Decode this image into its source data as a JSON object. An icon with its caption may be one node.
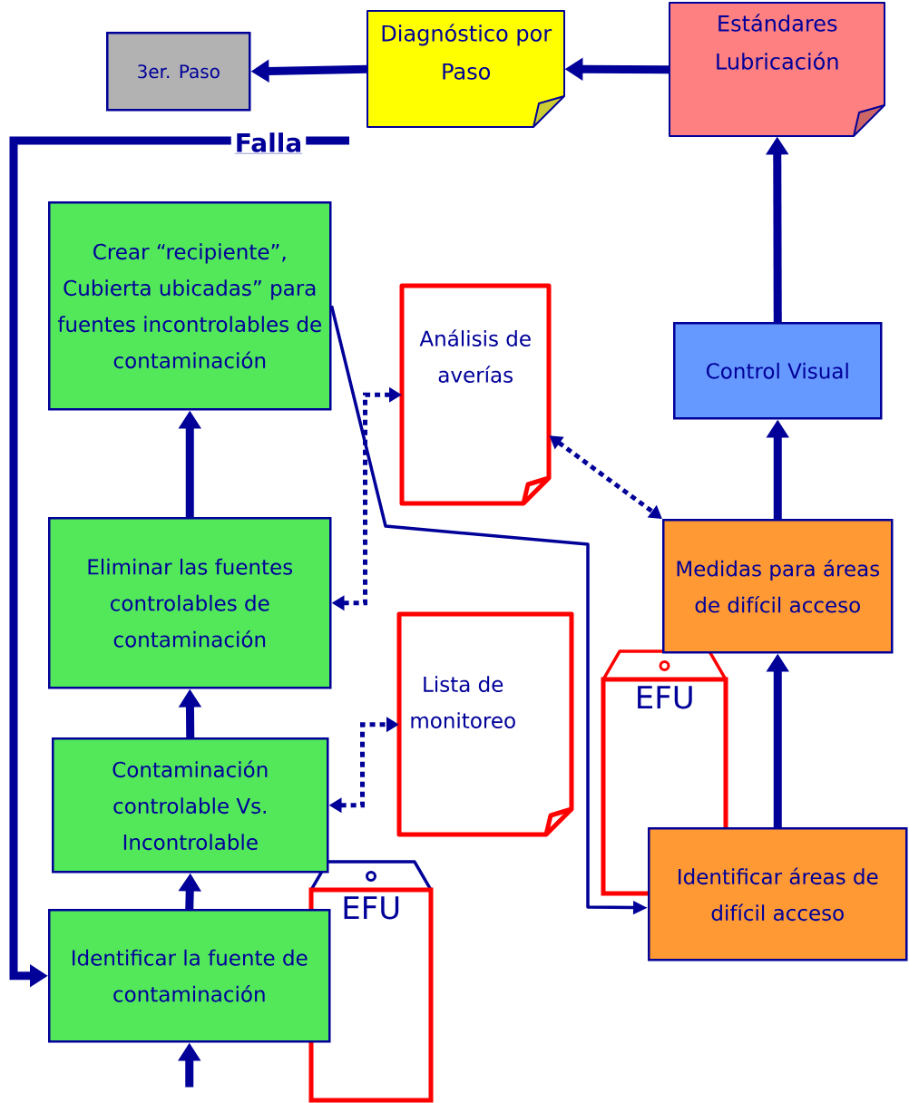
{
  "diagram": {
    "nodes": [
      {
        "text": [
          "Diagnóstico por Paso"
        ]
      },
      {
        "text": [
          "3er. Paso"
        ]
      },
      {
        "text": [
          "Estándares Lubricación"
        ]
      },
      {
        "text": [
          "Crear “recipiente”, Cubierta ubicadas” para fuentes incontrolables de contaminación"
        ]
      },
      {
        "text": [
          "Análisis de averías"
        ]
      },
      {
        "text": [
          "Control Visual"
        ]
      },
      {
        "text": [
          "Eliminar las fuentes controlables de contaminación"
        ]
      },
      {
        "text": [
          "Medidas para áreas de difícil acceso"
        ]
      },
      {
        "text": [
          "Lista de monitoreo"
        ]
      },
      {
        "text": [
          "EFU"
        ]
      },
      {
        "text": [
          "Contaminación controlable Vs. Incontrolable"
        ]
      },
      {
        "text": [
          "EFU"
        ]
      },
      {
        "text": [
          "Identificar áreas de difícil acceso"
        ]
      },
      {
        "text": [
          "Identificar la fuente de contaminación"
        ]
      }
    ],
    "edges": [
      {
        "from": 2,
        "to": 0,
        "arrow": "to"
      },
      {
        "from": 0,
        "to": 1,
        "arrow": "to"
      },
      {
        "from": 5,
        "to": 2,
        "arrow": "to"
      },
      {
        "from": 7,
        "to": 5,
        "arrow": "to"
      },
      {
        "from": 12,
        "to": 7,
        "arrow": "to"
      },
      {
        "from": null,
        "to": 13,
        "arrow": "to",
        "label": "Falla"
      },
      {
        "from": 6,
        "to": 3,
        "arrow": "to"
      },
      {
        "from": 10,
        "to": 6,
        "arrow": "to"
      },
      {
        "from": 13,
        "to": 10,
        "arrow": "to"
      },
      {
        "from": null,
        "to": 13,
        "arrow": "to"
      },
      {
        "from": 3,
        "to": 12,
        "arrow": "to"
      },
      {
        "from": 6,
        "to": 4,
        "arrow": "both",
        "style": "dashed"
      },
      {
        "from": 4,
        "to": 7,
        "arrow": "both",
        "style": "dashed"
      },
      {
        "from": 10,
        "to": 8,
        "arrow": "both",
        "style": "dashed"
      }
    ]
  }
}
